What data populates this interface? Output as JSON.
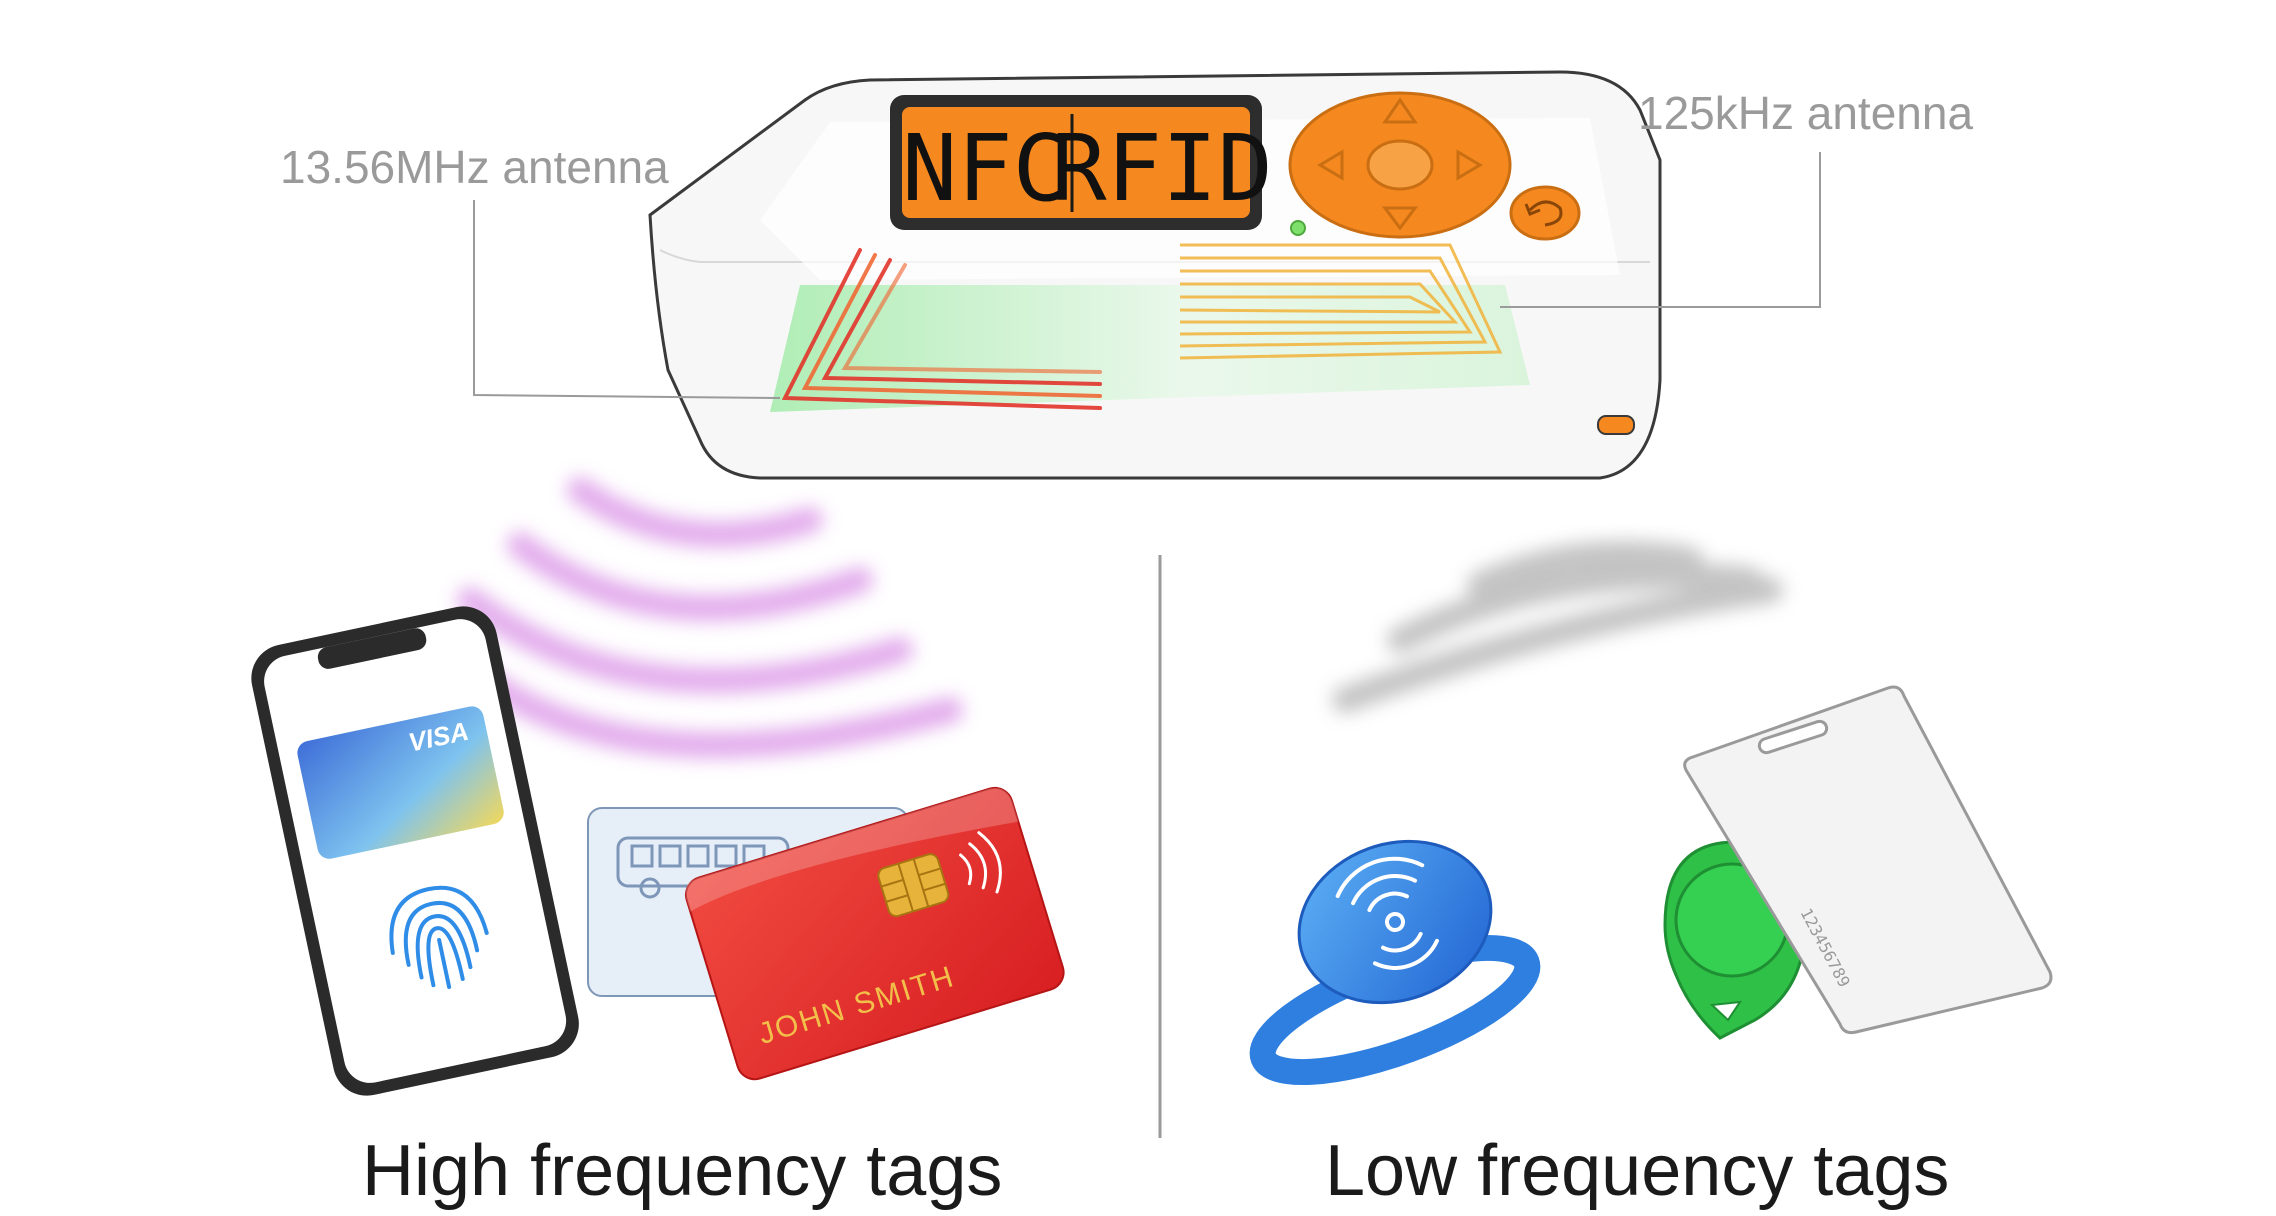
{
  "device": {
    "screen_text_left": "NFC",
    "screen_text_right": "RFID"
  },
  "labels": {
    "hf_antenna": "13.56MHz antenna",
    "lf_antenna": "125kHz antenna"
  },
  "captions": {
    "high_frequency": "High frequency tags",
    "low_frequency": "Low frequency tags"
  },
  "tags": {
    "phone_card_brand": "VISA",
    "bank_card_name": "JOHN SMITH",
    "keycard_serial": "123456789"
  },
  "colors": {
    "accent_orange": "#f5891f",
    "hf_wave": "#d990e6",
    "lf_wave": "#b5b5b5",
    "hf_antenna": "#e2352b",
    "lf_antenna": "#f2b33a",
    "wristband_blue": "#2f7fe0",
    "fob_green": "#2fc048",
    "card_red": "#ea2a2a"
  }
}
